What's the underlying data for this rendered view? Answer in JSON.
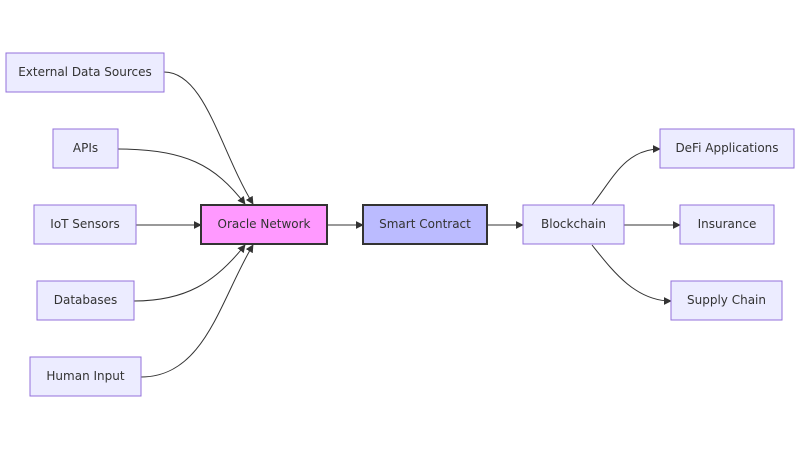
{
  "colors": {
    "node_fill": "#ECECFF",
    "node_stroke": "#9370DB",
    "oracle_fill": "#FF99FF",
    "contract_fill": "#BBBBFF",
    "highlight_stroke": "#333333",
    "edge": "#333333"
  },
  "nodes": {
    "external": "External Data Sources",
    "apis": "APIs",
    "iot": "IoT Sensors",
    "databases": "Databases",
    "human": "Human Input",
    "oracle": "Oracle Network",
    "contract": "Smart Contract",
    "blockchain": "Blockchain",
    "defi": "DeFi Applications",
    "insurance": "Insurance",
    "supply": "Supply Chain"
  },
  "edges": [
    [
      "external",
      "oracle"
    ],
    [
      "apis",
      "oracle"
    ],
    [
      "iot",
      "oracle"
    ],
    [
      "databases",
      "oracle"
    ],
    [
      "human",
      "oracle"
    ],
    [
      "oracle",
      "contract"
    ],
    [
      "contract",
      "blockchain"
    ],
    [
      "blockchain",
      "defi"
    ],
    [
      "blockchain",
      "insurance"
    ],
    [
      "blockchain",
      "supply"
    ]
  ]
}
